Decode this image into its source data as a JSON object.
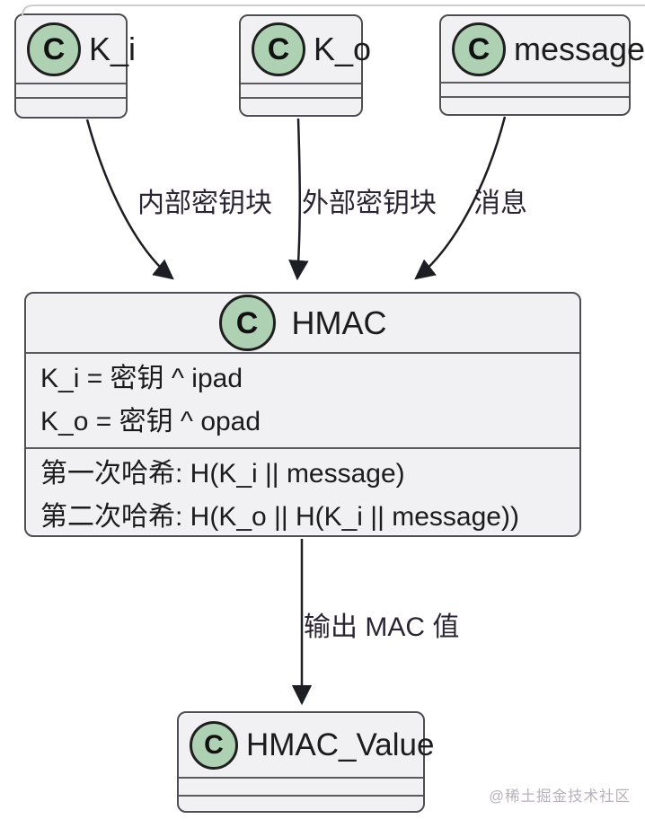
{
  "diagram": {
    "type": "uml-class-diagram",
    "topic": "HMAC",
    "classes": [
      {
        "id": "K_i",
        "name": "K_i",
        "stereotype": "C"
      },
      {
        "id": "K_o",
        "name": "K_o",
        "stereotype": "C"
      },
      {
        "id": "message",
        "name": "message",
        "stereotype": "C"
      },
      {
        "id": "HMAC",
        "name": "HMAC",
        "stereotype": "C",
        "attributes": [
          "K_i = 密钥 ^ ipad",
          "K_o = 密钥 ^ opad"
        ],
        "methods": [
          "第一次哈希: H(K_i || message)",
          "第二次哈希: H(K_o || H(K_i || message))"
        ]
      },
      {
        "id": "HMAC_Value",
        "name": "HMAC_Value",
        "stereotype": "C"
      }
    ],
    "edges": [
      {
        "from": "K_i",
        "to": "HMAC",
        "label": "内部密钥块"
      },
      {
        "from": "K_o",
        "to": "HMAC",
        "label": "外部密钥块"
      },
      {
        "from": "message",
        "to": "HMAC",
        "label": "消息"
      },
      {
        "from": "HMAC",
        "to": "HMAC_Value",
        "label": "输出 MAC 值"
      }
    ],
    "watermark": "@稀土掘金技术社区",
    "colors": {
      "background": "#ffffff",
      "box_fill": "#f1f0f2",
      "box_border": "#4d4d54",
      "circle_fill": "#add1b2",
      "circle_border": "#1f1f1f",
      "arrow": "#1d1d24",
      "text": "#1c1c1c",
      "edge_label_text": "#2b2533",
      "watermark_text": "#b7b1bb"
    }
  }
}
